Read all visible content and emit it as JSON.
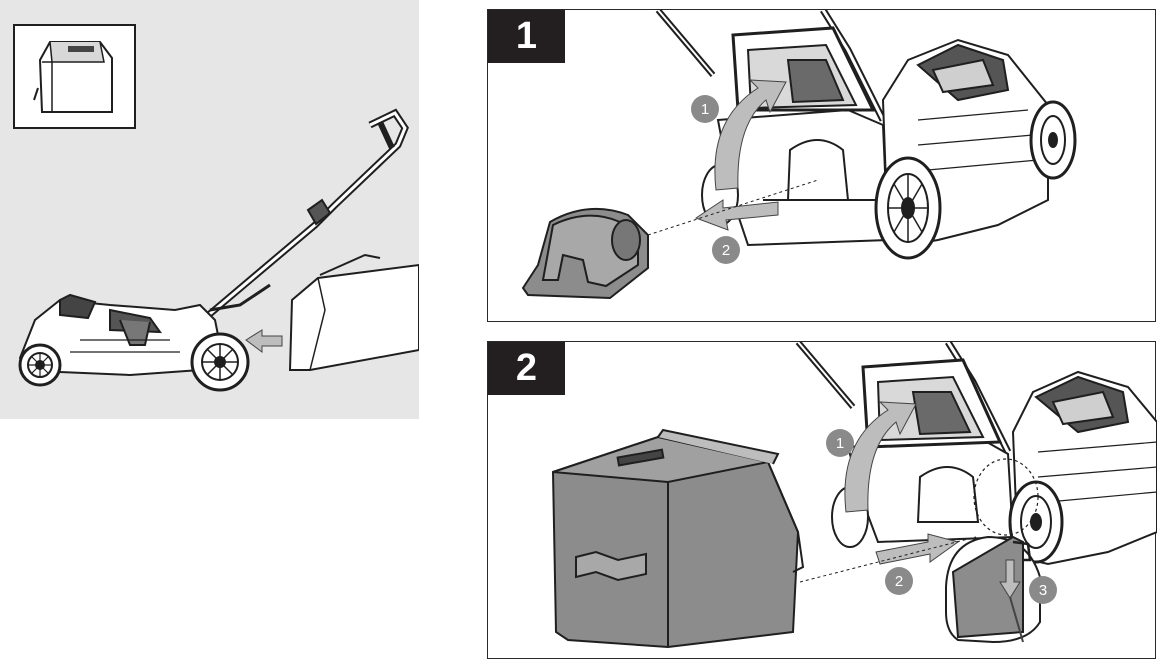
{
  "steps": [
    {
      "label": "1",
      "callouts": [
        "1",
        "2"
      ]
    },
    {
      "label": "2",
      "callouts": [
        "1",
        "2",
        "3"
      ]
    }
  ],
  "colors": {
    "overview_bg": "#e6e6e6",
    "label_bg": "#231f20",
    "callout_fill": "#8a8a8a",
    "arrow_fill": "#bdbdbd",
    "bag_fill": "#8c8c8c",
    "line": "#1f1f1f"
  },
  "icons": [
    "grass-bag-icon",
    "lawn-mower-icon",
    "insert-arrow-icon",
    "open-arrow-icon",
    "hook-arrow-icon"
  ]
}
